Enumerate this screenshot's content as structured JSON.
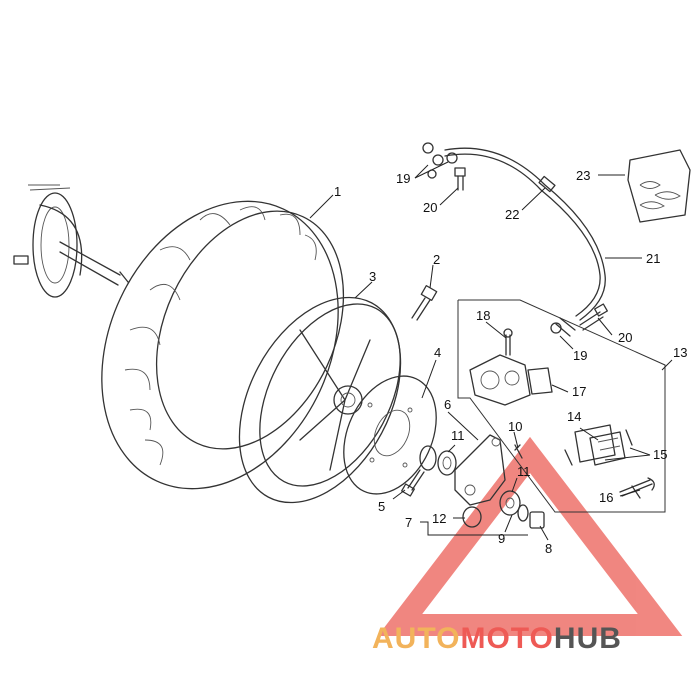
{
  "diagram": {
    "callouts": [
      {
        "id": "c1",
        "label": "1"
      },
      {
        "id": "c2",
        "label": "2"
      },
      {
        "id": "c3",
        "label": "3"
      },
      {
        "id": "c4",
        "label": "4"
      },
      {
        "id": "c5",
        "label": "5"
      },
      {
        "id": "c6",
        "label": "6"
      },
      {
        "id": "c7",
        "label": "7"
      },
      {
        "id": "c8",
        "label": "8"
      },
      {
        "id": "c9",
        "label": "9"
      },
      {
        "id": "c10",
        "label": "10"
      },
      {
        "id": "c11a",
        "label": "11"
      },
      {
        "id": "c11b",
        "label": "11"
      },
      {
        "id": "c12",
        "label": "12"
      },
      {
        "id": "c13",
        "label": "13"
      },
      {
        "id": "c14",
        "label": "14"
      },
      {
        "id": "c15",
        "label": "15"
      },
      {
        "id": "c16",
        "label": "16"
      },
      {
        "id": "c17",
        "label": "17"
      },
      {
        "id": "c18",
        "label": "18"
      },
      {
        "id": "c19a",
        "label": "19"
      },
      {
        "id": "c19b",
        "label": "19"
      },
      {
        "id": "c20a",
        "label": "20"
      },
      {
        "id": "c20b",
        "label": "20"
      },
      {
        "id": "c21",
        "label": "21"
      },
      {
        "id": "c22",
        "label": "22"
      },
      {
        "id": "c23",
        "label": "23"
      }
    ]
  },
  "watermark": {
    "part1": "AUTO",
    "part2": "MOTO",
    "part3": "HUB",
    "colors": {
      "orange": "#f2b35b",
      "red": "#ee5a55",
      "gray": "#555555"
    }
  }
}
